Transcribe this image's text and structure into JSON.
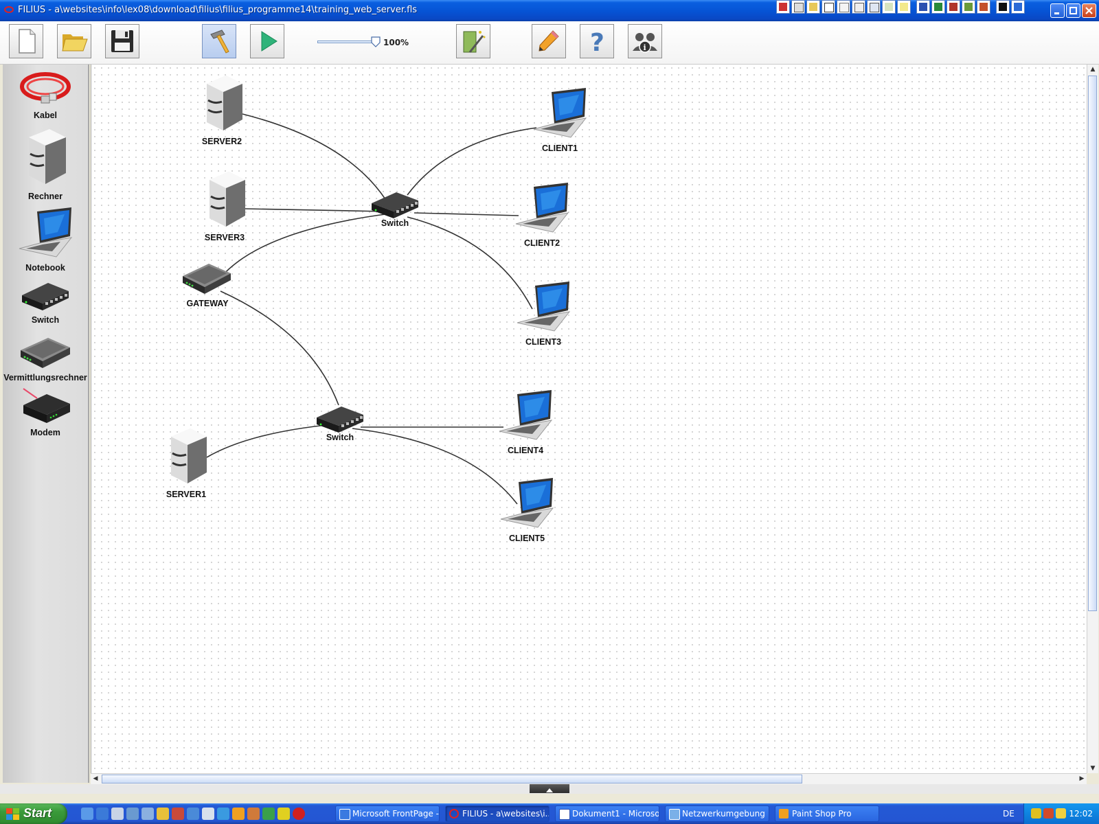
{
  "window": {
    "title": "FILIUS - a\\websites\\info\\lex08\\download\\filius\\filius_programme14\\training_web_server.fls"
  },
  "toolbar": {
    "zoom_level": "100%",
    "buttons": [
      "new-file-icon",
      "open-folder-icon",
      "save-disk-icon",
      "hammer-icon",
      "play-icon",
      "wizard-icon",
      "pencil-icon",
      "help-icon",
      "about-icon"
    ]
  },
  "palette": {
    "items": [
      {
        "id": "kabel",
        "label": "Kabel"
      },
      {
        "id": "rechner",
        "label": "Rechner"
      },
      {
        "id": "notebook",
        "label": "Notebook"
      },
      {
        "id": "switch",
        "label": "Switch"
      },
      {
        "id": "router",
        "label": "Vermittlungsrechner"
      },
      {
        "id": "modem",
        "label": "Modem"
      }
    ]
  },
  "network": {
    "nodes": [
      {
        "id": "server2",
        "label": "SERVER2",
        "type": "server"
      },
      {
        "id": "server3",
        "label": "SERVER3",
        "type": "server"
      },
      {
        "id": "server1",
        "label": "SERVER1",
        "type": "server"
      },
      {
        "id": "gateway",
        "label": "GATEWAY",
        "type": "router"
      },
      {
        "id": "switch1",
        "label": "Switch",
        "type": "switch"
      },
      {
        "id": "switch2",
        "label": "Switch",
        "type": "switch"
      },
      {
        "id": "client1",
        "label": "CLIENT1",
        "type": "notebook"
      },
      {
        "id": "client2",
        "label": "CLIENT2",
        "type": "notebook"
      },
      {
        "id": "client3",
        "label": "CLIENT3",
        "type": "notebook"
      },
      {
        "id": "client4",
        "label": "CLIENT4",
        "type": "notebook"
      },
      {
        "id": "client5",
        "label": "CLIENT5",
        "type": "notebook"
      }
    ],
    "cables": [
      [
        "server2",
        "switch1"
      ],
      [
        "server3",
        "switch1"
      ],
      [
        "gateway",
        "switch1"
      ],
      [
        "client1",
        "switch1"
      ],
      [
        "client2",
        "switch1"
      ],
      [
        "client3",
        "switch1"
      ],
      [
        "gateway",
        "switch2"
      ],
      [
        "server1",
        "switch2"
      ],
      [
        "client4",
        "switch2"
      ],
      [
        "client5",
        "switch2"
      ]
    ]
  },
  "taskbar": {
    "start_label": "Start",
    "tasks": [
      {
        "label": "Microsoft FrontPage -...",
        "icon": "frontpage-icon",
        "active": false
      },
      {
        "label": "FILIUS - a\\websites\\i...",
        "icon": "filius-icon",
        "active": true
      },
      {
        "label": "Dokument1 - Microsof...",
        "icon": "word-icon",
        "active": false
      },
      {
        "label": "Netzwerkumgebung",
        "icon": "network-places-icon",
        "active": false
      },
      {
        "label": "Paint Shop Pro",
        "icon": "paint-shop-icon",
        "active": false
      }
    ],
    "language": "DE",
    "clock": "12:02"
  },
  "colors": {
    "cable": "#333333",
    "title_bar": "#0653d4",
    "taskbar": "#2456d3",
    "kabel_red": "#e02020"
  }
}
